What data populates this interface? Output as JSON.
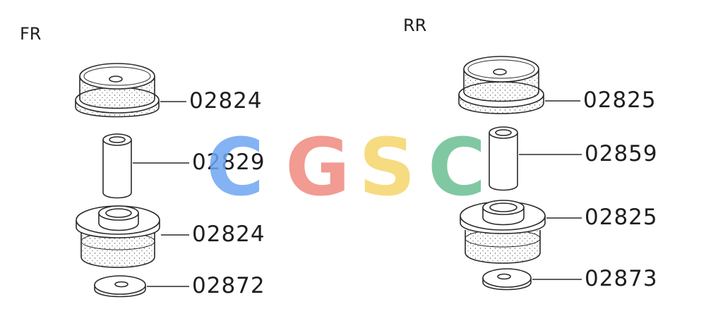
{
  "sections": [
    {
      "heading": "FR",
      "parts": [
        {
          "number": "02824"
        },
        {
          "number": "02829"
        },
        {
          "number": "02824"
        },
        {
          "number": "02872"
        }
      ]
    },
    {
      "heading": "RR",
      "parts": [
        {
          "number": "02825"
        },
        {
          "number": "02859"
        },
        {
          "number": "02825"
        },
        {
          "number": "02873"
        }
      ]
    }
  ],
  "watermark": {
    "letters": [
      "C",
      "G",
      "S",
      "C"
    ],
    "colors": [
      "#6ea6f2",
      "#ef8a80",
      "#f6d56b",
      "#6bbf92"
    ]
  },
  "colors": {
    "line": "#2a2a2a",
    "speckle": "#555555"
  }
}
